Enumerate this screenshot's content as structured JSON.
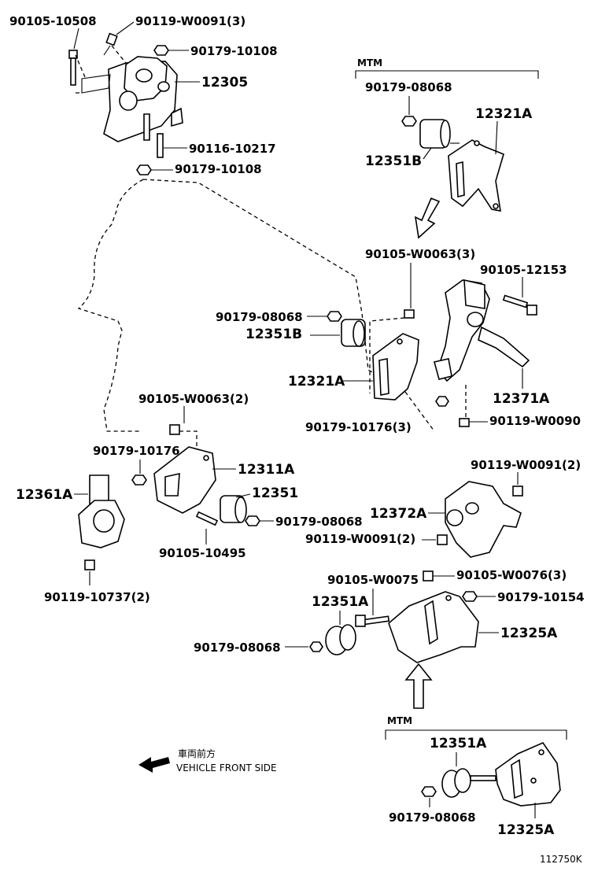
{
  "labels": {
    "p90105_10508": "90105-10508",
    "p90119_W0091_3": "90119-W0091(3)",
    "p90179_10108_a": "90179-10108",
    "p12305": "12305",
    "p90116_10217": "90116-10217",
    "p90179_10108_b": "90179-10108",
    "mtm_top": "MTM",
    "p90179_08068_mtm": "90179-08068",
    "p12321A_mtm": "12321A",
    "p12351B_mtm": "12351B",
    "p90105_W0063_3": "90105-W0063(3)",
    "p90105_12153": "90105-12153",
    "p90179_08068_c": "90179-08068",
    "p12351B": "12351B",
    "p12321A": "12321A",
    "p12371A": "12371A",
    "p90179_10176_3": "90179-10176(3)",
    "p90119_W0090": "90119-W0090",
    "p90105_W0063_2": "90105-W0063(2)",
    "p90179_10176": "90179-10176",
    "p12311A": "12311A",
    "p12361A": "12361A",
    "p12351": "12351",
    "p90179_08068_d": "90179-08068",
    "p90105_10495": "90105-10495",
    "p90119_10737_2": "90119-10737(2)",
    "p90119_W0091_2a": "90119-W0091(2)",
    "p12372A": "12372A",
    "p90119_W0091_2b": "90119-W0091(2)",
    "p90105_W0075": "90105-W0075",
    "p90105_W0076_3": "90105-W0076(3)",
    "p12351A": "12351A",
    "p90179_10154": "90179-10154",
    "p90179_08068_e": "90179-08068",
    "p12325A": "12325A",
    "mtm_bottom": "MTM",
    "p12351A_mtm": "12351A",
    "p90179_08068_f": "90179-08068",
    "p12325A_mtm": "12325A",
    "front_jp": "車両前方",
    "front_en": "VEHICLE FRONT SIDE",
    "diagram_id": "112750K"
  }
}
